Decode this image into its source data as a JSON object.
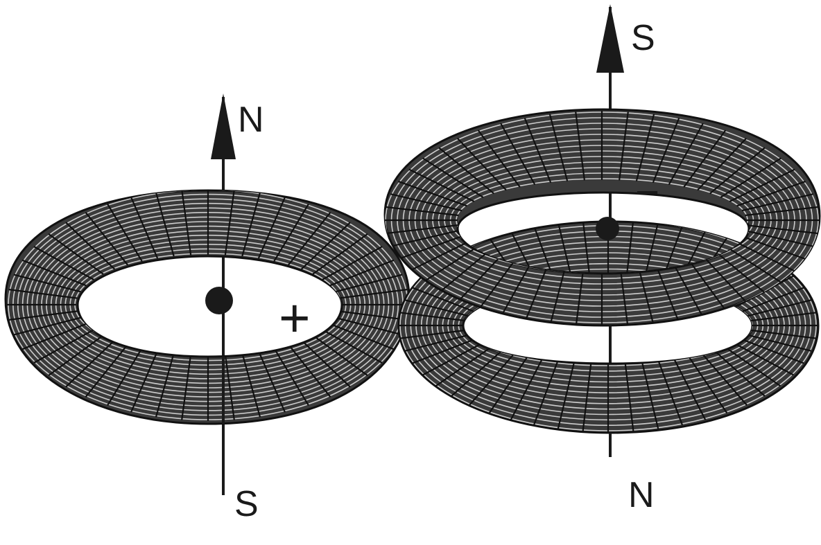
{
  "diagram": {
    "left_magnet": {
      "top_pole": "N",
      "bottom_pole": "S",
      "charge": "+"
    },
    "right_magnet": {
      "top_pole": "S",
      "bottom_pole": "N",
      "charge": "−"
    },
    "colors": {
      "ink": "#1a1a1a",
      "background": "#ffffff"
    }
  }
}
